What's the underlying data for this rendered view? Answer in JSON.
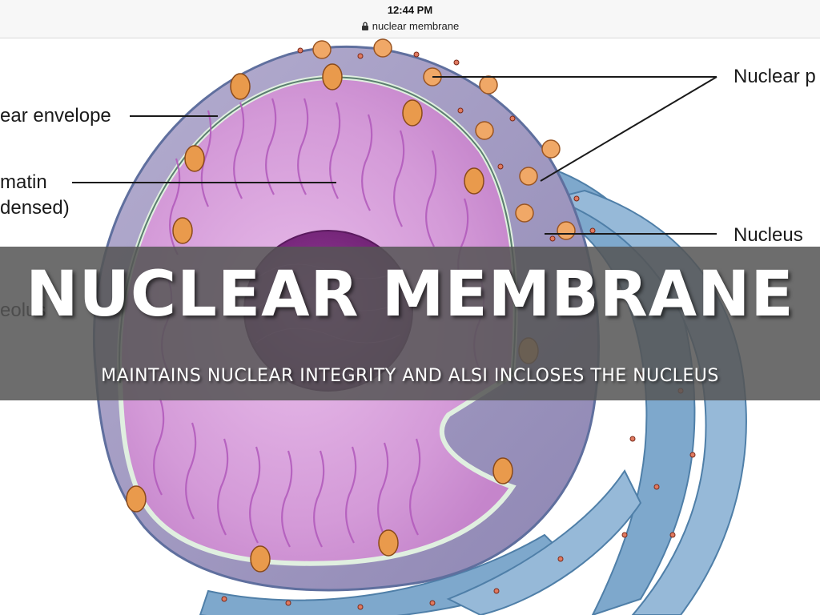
{
  "statusbar": {
    "time": "12:44 PM",
    "url": "nuclear membrane"
  },
  "diagram": {
    "labels": {
      "nuclear_envelope": "ear envelope",
      "chromatin_line1": "matin",
      "chromatin_line2": "densed)",
      "nucleolus": "eolus",
      "nuclear_pores": "Nuclear p",
      "nucleus": "Nucleus"
    },
    "colors": {
      "nucleoplasm": "#d49ad8",
      "nucleolus": "#7d2a80",
      "chromatin": "#b75cc0",
      "envelope_outer": "#9d95be",
      "er": "#6f9ec4",
      "pore": "#e99a4c",
      "ribosome": "#d06a55"
    }
  },
  "overlay": {
    "title": "NUCLEAR MEMBRANE",
    "subtitle": "MAINTAINS NUCLEAR INTEGRITY AND ALSI INCLOSES THE NUCLEUS"
  }
}
